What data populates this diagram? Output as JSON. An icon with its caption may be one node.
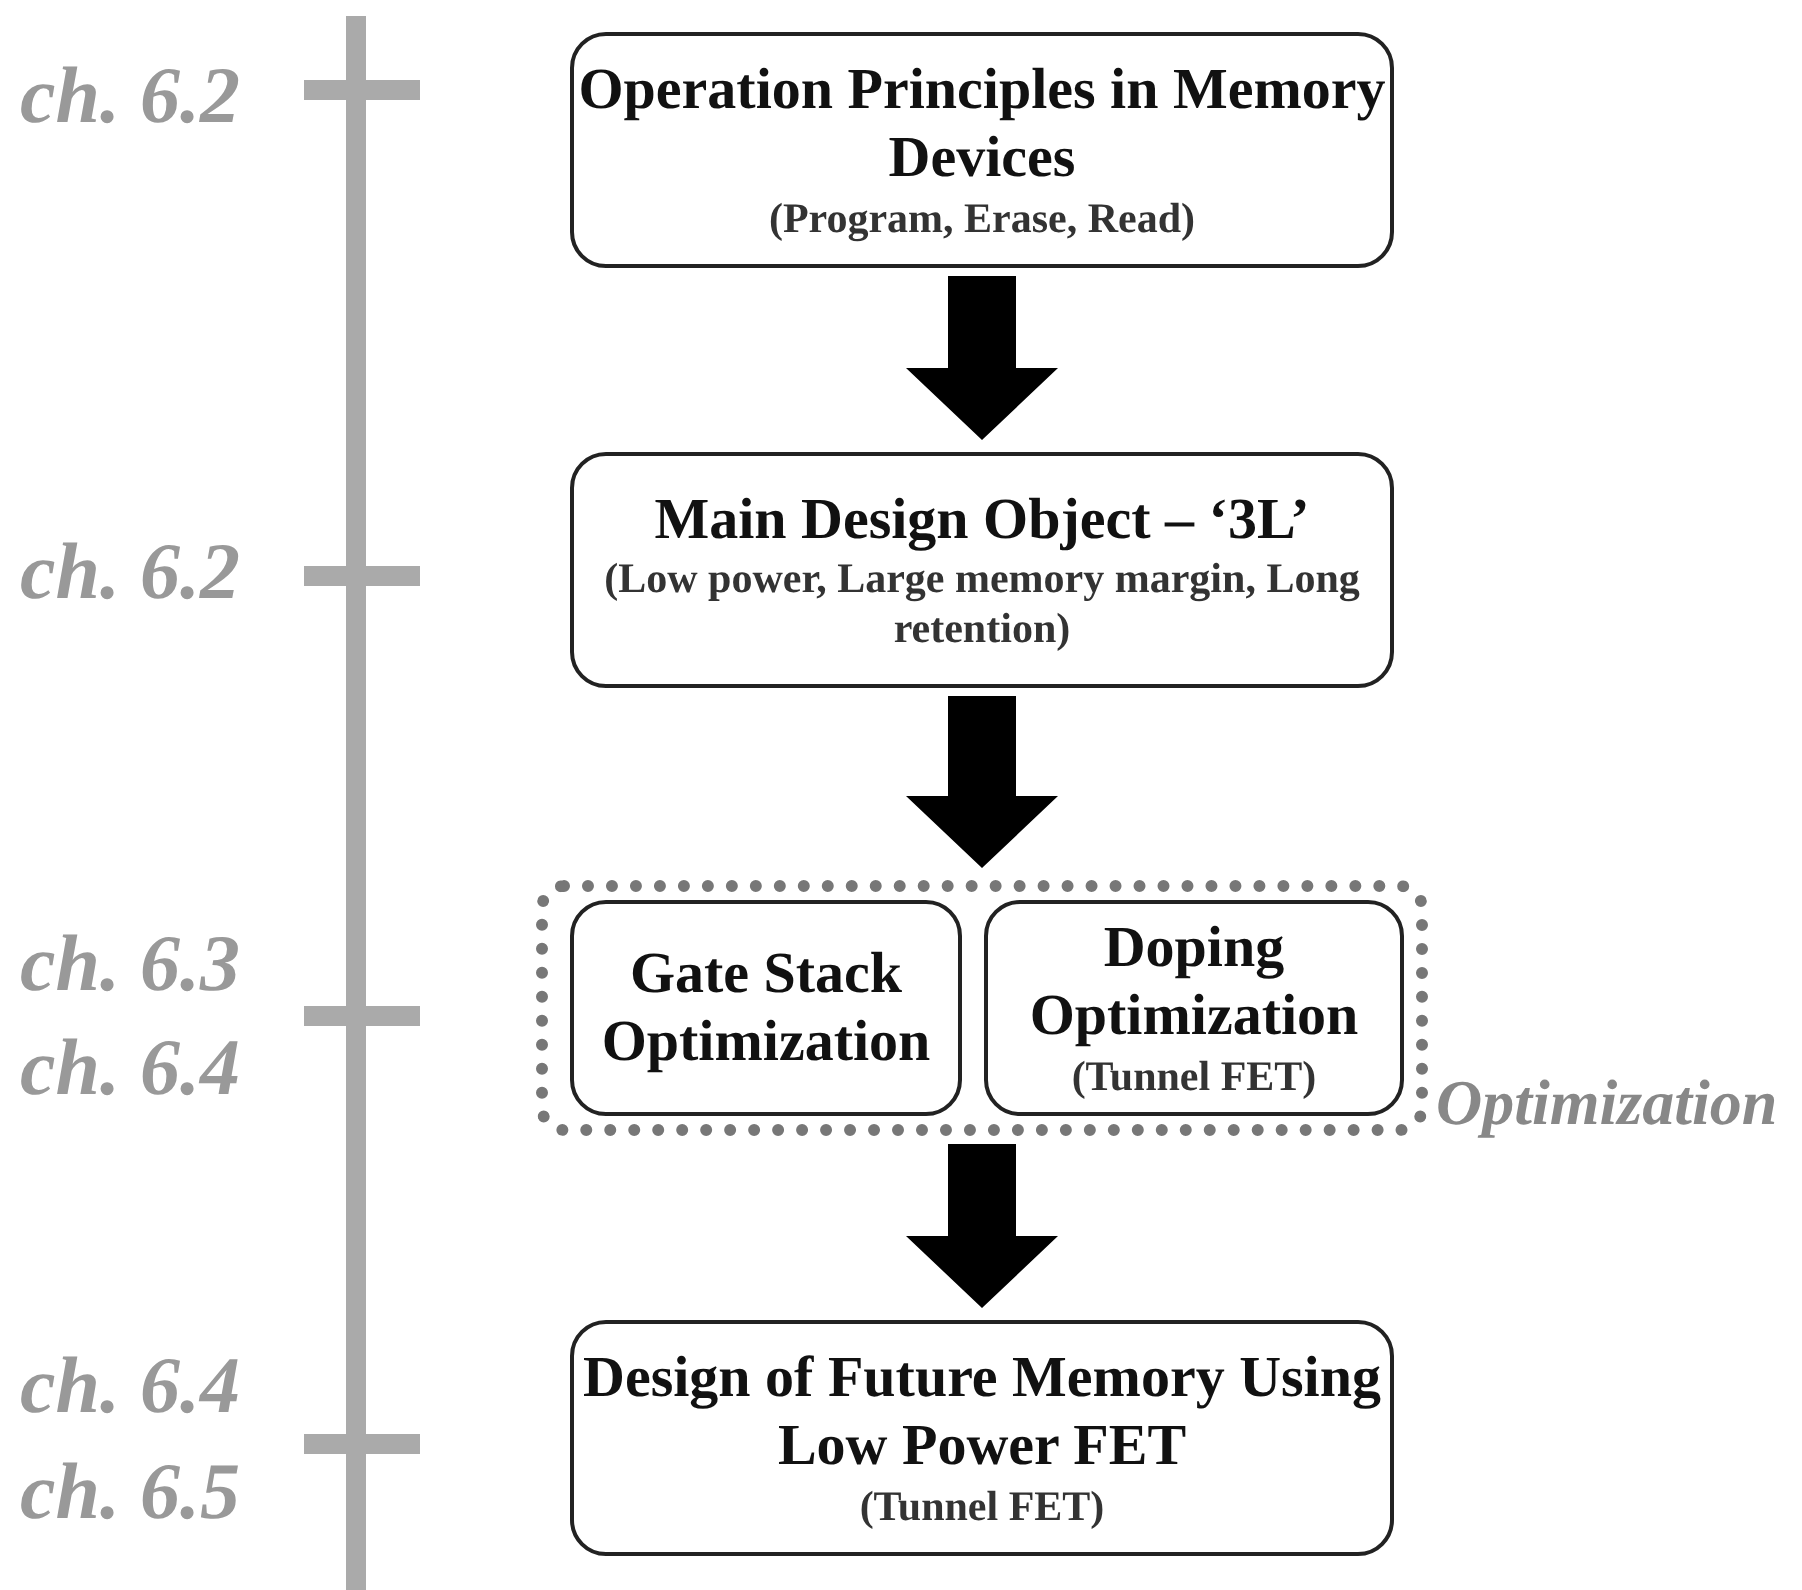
{
  "diagram": {
    "nodes": [
      {
        "text": [
          "Operation Principles in Memory Devices",
          "(Program, Erase, Read)"
        ]
      },
      {
        "text": [
          "Main Design Object – ‘3L’",
          "(Low power, Large memory margin, Long retention)"
        ]
      },
      {
        "text": [
          "Optimization"
        ]
      },
      {
        "text": [
          "Gate Stack Optimization"
        ],
        "in": 2
      },
      {
        "text": [
          "Doping Optimization",
          "(Tunnel FET)"
        ],
        "in": 2
      },
      {
        "text": [
          "Design of Future Memory Using Low Power FET",
          "(Tunnel FET)"
        ]
      }
    ],
    "edges": [
      {
        "from": 0,
        "to": 1,
        "arrow": "to"
      },
      {
        "from": 1,
        "to": 2,
        "arrow": "to"
      },
      {
        "from": 2,
        "to": 5,
        "arrow": "to"
      }
    ],
    "labels": [
      "ch. 6.2",
      "ch. 6.2",
      "ch. 6.3",
      "ch. 6.4",
      "ch. 6.4",
      "ch. 6.5"
    ]
  }
}
